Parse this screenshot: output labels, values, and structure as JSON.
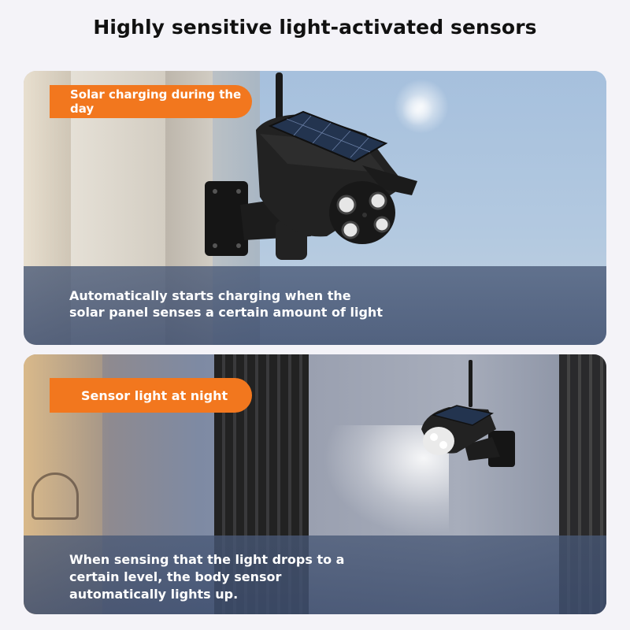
{
  "title": "Highly sensitive light-activated sensors",
  "day_panel": {
    "pill_label": "Solar charging during the day",
    "caption": "Automatically starts charging when the\nsolar panel senses a certain amount of light"
  },
  "night_panel": {
    "pill_label": "Sensor light at night",
    "caption": "When sensing that the light drops to a\ncertain level, the body sensor\nautomatically lights up."
  },
  "colors": {
    "pill": "#f2771e",
    "caption_text": "#ffffff",
    "title_text": "#111111"
  },
  "icons": [
    "solar-camera-icon",
    "wall-mount-icon"
  ]
}
